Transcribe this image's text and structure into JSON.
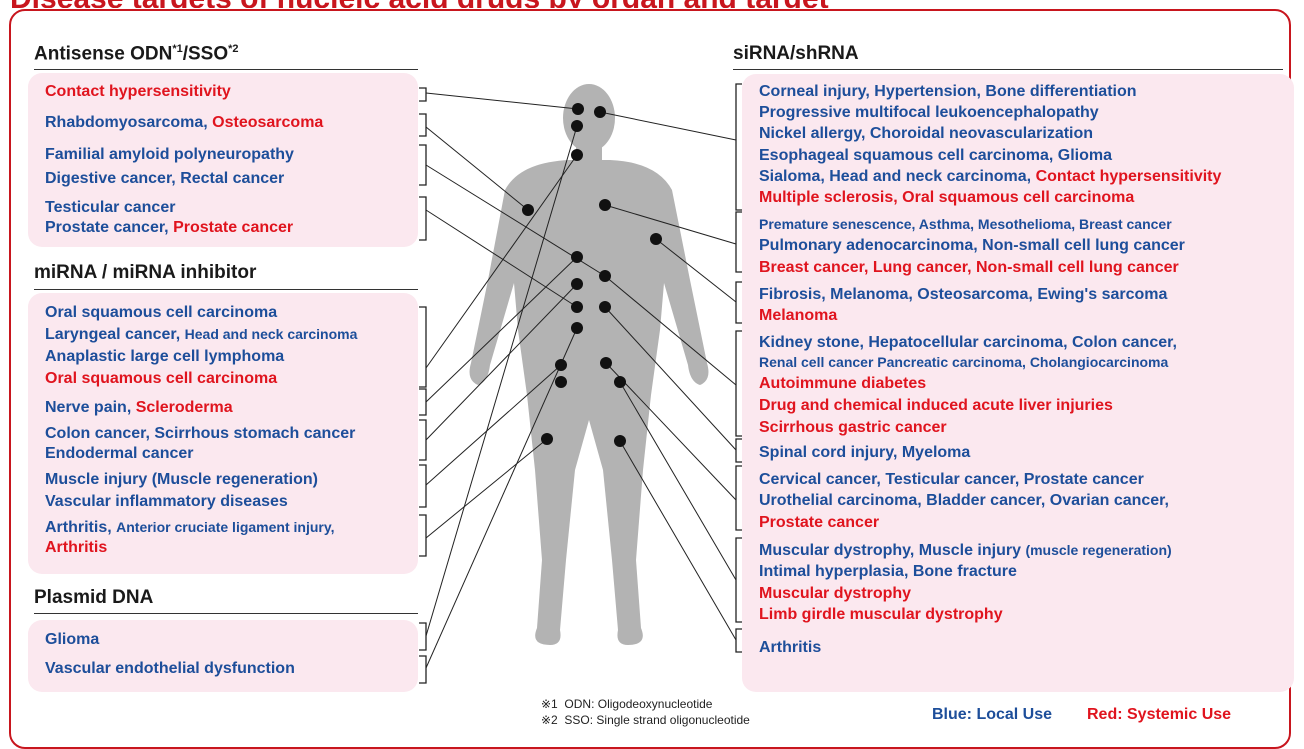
{
  "title_partial": "Disease targets of nucleic acid drugs by organ and target",
  "colors": {
    "local": "#1d4e9a",
    "systemic": "#e0141e",
    "frame": "#c8161e",
    "panel": "#fbe8ef",
    "body": "#b3b3b3"
  },
  "sections": {
    "antisense": {
      "title": "Antisense ODN",
      "sup1": "*1",
      "slash": "/SSO",
      "sup2": "*2"
    },
    "mirna": {
      "title": "miRNA / miRNA inhibitor"
    },
    "plasmid": {
      "title": "Plasmid DNA"
    },
    "sirna": {
      "title": "siRNA/shRNA"
    }
  },
  "left_groups": [
    {
      "lines": [
        [
          {
            "t": "Contact hypersensitivity",
            "c": "r"
          }
        ]
      ]
    },
    {
      "lines": [
        [
          {
            "t": "Rhabdomyosarcoma, ",
            "c": "b"
          },
          {
            "t": "Osteosarcoma",
            "c": "r"
          }
        ]
      ]
    },
    {
      "lines": [
        [
          {
            "t": "Familial amyloid polyneuropathy",
            "c": "b"
          }
        ],
        [
          {
            "t": "Digestive cancer, Rectal cancer",
            "c": "b"
          }
        ]
      ]
    },
    {
      "lines": [
        [
          {
            "t": "Testicular cancer",
            "c": "b"
          }
        ],
        [
          {
            "t": "Prostate cancer, ",
            "c": "b"
          },
          {
            "t": "Prostate cancer",
            "c": "r"
          }
        ]
      ]
    },
    {
      "lines": [
        [
          {
            "t": "Oral squamous cell carcinoma",
            "c": "b"
          }
        ],
        [
          {
            "t": "Laryngeal cancer, ",
            "c": "b"
          },
          {
            "t": "Head and neck carcinoma",
            "c": "b",
            "s": 1
          }
        ],
        [
          {
            "t": "Anaplastic large cell lymphoma",
            "c": "b"
          }
        ],
        [
          {
            "t": "Oral squamous cell carcinoma",
            "c": "r"
          }
        ]
      ]
    },
    {
      "lines": [
        [
          {
            "t": "Nerve pain, ",
            "c": "b"
          },
          {
            "t": "Scleroderma",
            "c": "r"
          }
        ]
      ]
    },
    {
      "lines": [
        [
          {
            "t": "Colon cancer, Scirrhous stomach cancer",
            "c": "b"
          }
        ],
        [
          {
            "t": "Endodermal cancer",
            "c": "b"
          }
        ]
      ]
    },
    {
      "lines": [
        [
          {
            "t": "Muscle injury (Muscle regeneration)",
            "c": "b"
          }
        ],
        [
          {
            "t": "Vascular inflammatory diseases",
            "c": "b"
          }
        ]
      ]
    },
    {
      "lines": [
        [
          {
            "t": "Arthritis, ",
            "c": "b"
          },
          {
            "t": "Anterior cruciate ligament injury,",
            "c": "b",
            "s": 1
          }
        ],
        [
          {
            "t": "Arthritis",
            "c": "r"
          }
        ]
      ]
    },
    {
      "lines": [
        [
          {
            "t": "Glioma",
            "c": "b"
          }
        ]
      ]
    },
    {
      "lines": [
        [
          {
            "t": "Vascular endothelial dysfunction",
            "c": "b"
          }
        ]
      ]
    }
  ],
  "right_groups": [
    {
      "lines": [
        [
          {
            "t": "Corneal injury, Hypertension, Bone differentiation",
            "c": "b"
          }
        ],
        [
          {
            "t": "Progressive multifocal leukoencephalopathy",
            "c": "b"
          }
        ],
        [
          {
            "t": "Nickel allergy, Choroidal neovascularization",
            "c": "b"
          }
        ],
        [
          {
            "t": "Esophageal squamous cell carcinoma, Glioma",
            "c": "b"
          }
        ],
        [
          {
            "t": "Sialoma, Head and neck carcinoma, ",
            "c": "b"
          },
          {
            "t": "Contact hypersensitivity",
            "c": "r"
          }
        ],
        [
          {
            "t": "Multiple sclerosis, Oral squamous cell carcinoma",
            "c": "r"
          }
        ]
      ]
    },
    {
      "lines": [
        [
          {
            "t": "Premature senescence, Asthma, Mesothelioma, Breast cancer",
            "c": "b",
            "s": 1
          }
        ],
        [
          {
            "t": "Pulmonary adenocarcinoma, Non-small cell lung cancer",
            "c": "b"
          }
        ],
        [
          {
            "t": "Breast cancer, Lung cancer, Non-small cell lung cancer",
            "c": "r"
          }
        ]
      ]
    },
    {
      "lines": [
        [
          {
            "t": "Fibrosis, Melanoma, Osteosarcoma, Ewing's sarcoma",
            "c": "b"
          }
        ],
        [
          {
            "t": "Melanoma",
            "c": "r"
          }
        ]
      ]
    },
    {
      "lines": [
        [
          {
            "t": "Kidney stone, Hepatocellular carcinoma, Colon cancer,",
            "c": "b"
          }
        ],
        [
          {
            "t": "Renal cell cancer Pancreatic carcinoma, Cholangiocarcinoma",
            "c": "b",
            "s": 1
          }
        ],
        [
          {
            "t": "Autoimmune diabetes",
            "c": "r"
          }
        ],
        [
          {
            "t": "Drug and chemical induced acute liver injuries",
            "c": "r"
          }
        ],
        [
          {
            "t": "Scirrhous gastric cancer",
            "c": "r"
          }
        ]
      ]
    },
    {
      "lines": [
        [
          {
            "t": "Spinal cord injury, Myeloma",
            "c": "b"
          }
        ]
      ]
    },
    {
      "lines": [
        [
          {
            "t": "Cervical cancer, Testicular cancer, Prostate cancer",
            "c": "b"
          }
        ],
        [
          {
            "t": "Urothelial carcinoma, Bladder cancer, Ovarian cancer,",
            "c": "b"
          }
        ],
        [
          {
            "t": "Prostate cancer",
            "c": "r"
          }
        ]
      ]
    },
    {
      "lines": [
        [
          {
            "t": "Muscular dystrophy, Muscle injury ",
            "c": "b"
          },
          {
            "t": "(muscle regeneration)",
            "c": "b",
            "s": 1
          }
        ],
        [
          {
            "t": "Intimal hyperplasia, Bone fracture",
            "c": "b"
          }
        ],
        [
          {
            "t": "Muscular dystrophy",
            "c": "r"
          }
        ],
        [
          {
            "t": "Limb girdle muscular dystrophy",
            "c": "r"
          }
        ]
      ]
    },
    {
      "lines": [
        [
          {
            "t": "Arthritis",
            "c": "b"
          }
        ]
      ]
    }
  ],
  "footnotes": [
    "※1  ODN: Oligodeoxynucleotide",
    "※2  SSO: Single strand oligonucleotide"
  ],
  "legend": {
    "local": "Blue: Local Use",
    "systemic": "Red: Systemic Use"
  }
}
